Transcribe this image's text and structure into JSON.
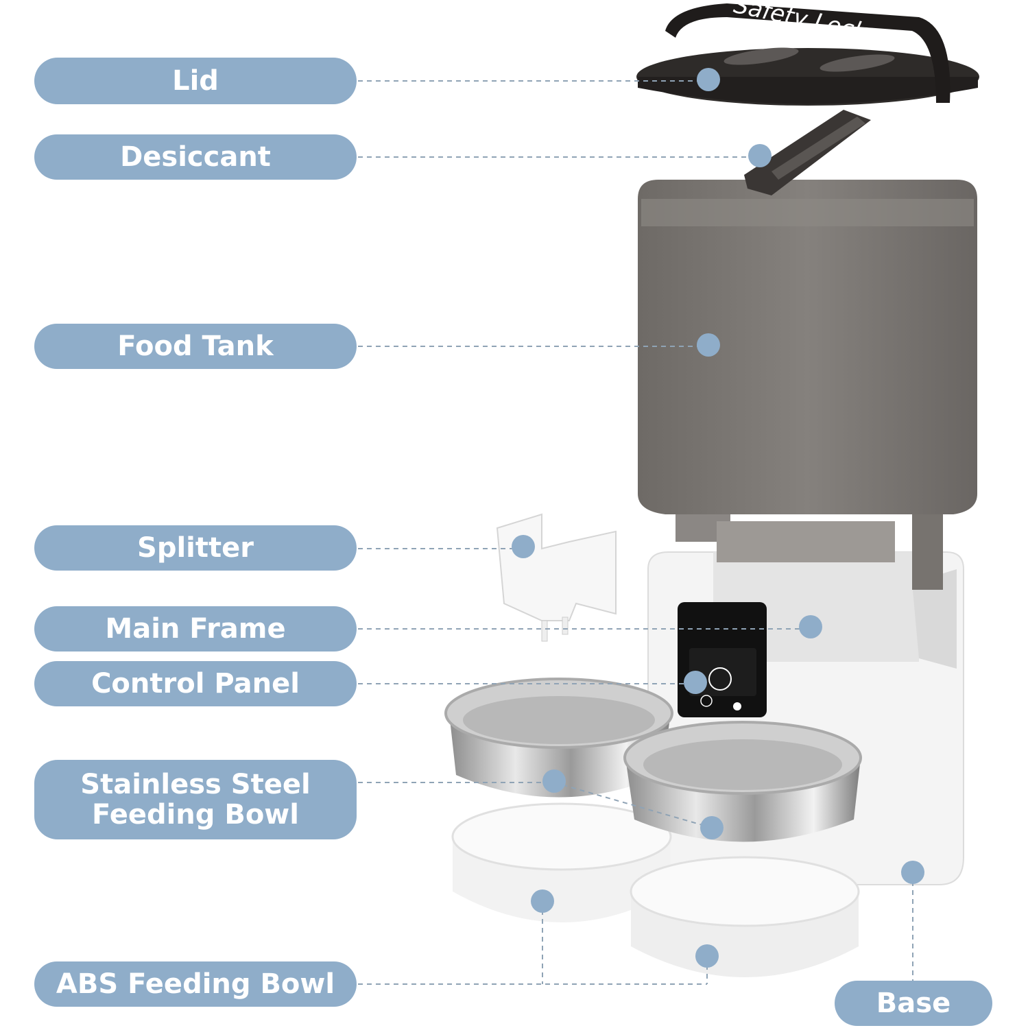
{
  "labels": {
    "lid": "Lid",
    "desiccant": "Desiccant",
    "food_tank": "Food Tank",
    "splitter": "Splitter",
    "main_frame": "Main Frame",
    "control_panel": "Control Panel",
    "steel_bowl_line1": "Stainless Steel",
    "steel_bowl_line2": "Feeding Bowl",
    "abs_bowl": "ABS Feeding Bowl",
    "base": "Base"
  },
  "product": {
    "lid_strap_text": "Safety Lock"
  },
  "colors": {
    "pill": "#8fadc9",
    "dot": "#8fadc9",
    "tank": "#7a7672",
    "lid": "#2e2b29"
  }
}
